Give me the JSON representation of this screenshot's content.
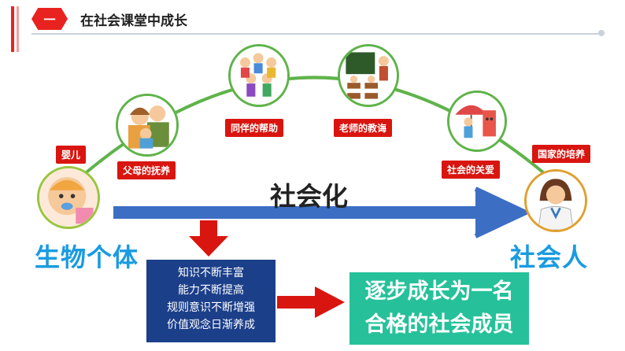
{
  "header": {
    "badge": "一",
    "title": "在社会课堂中成长"
  },
  "labels": {
    "infant": "婴儿",
    "parents": "父母的抚养",
    "peers": "同伴的帮助",
    "teacher": "老师的教诲",
    "society": "社会的关爱",
    "nation": "国家的培养"
  },
  "socialization": "社会化",
  "left_term": "生物个体",
  "right_term": "社会人",
  "growth_items": [
    "知识不断丰富",
    "能力不断提高",
    "规则意识不断增强",
    "价值观念日渐养成"
  ],
  "result": [
    "逐步成长为一名",
    "合格的社会成员"
  ],
  "colors": {
    "red": "#d9150f",
    "arrow_blue": "#3c6fc4",
    "term_blue": "#1a9be0",
    "box_navy": "#1c3f8a",
    "box_green": "#26c19a",
    "arc_green": "#5fb34a"
  }
}
